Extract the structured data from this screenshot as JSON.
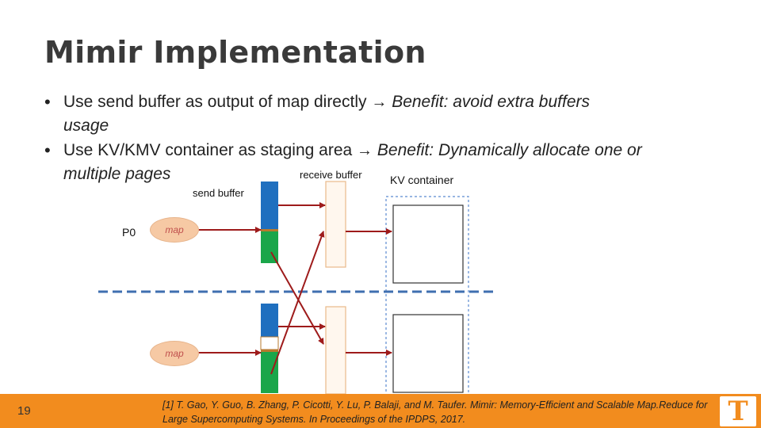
{
  "slide": {
    "title": "Mimir Implementation",
    "page_number": "19"
  },
  "bullets": [
    {
      "text": "Use send buffer as output of map directly",
      "arrow": "→",
      "benefit": "Benefit: avoid extra buffers",
      "continuation": "usage"
    },
    {
      "text": "Use KV/KMV container as staging area",
      "arrow": "→",
      "benefit": "Benefit: Dynamically allocate one or",
      "continuation": "multiple pages"
    }
  ],
  "diagram": {
    "send_buffer_label": "send buffer",
    "receive_buffer_label": "receive buffer",
    "kv_container_label": "KV container",
    "process_label": "P0",
    "map_label_top": "map",
    "map_label_bottom": "map",
    "colors": {
      "blue": "#1f6fbf",
      "green": "#1aa64a",
      "brown": "#b77a2e",
      "arrow": "#9e1b1b",
      "receive": "#fff7ee",
      "receive_border": "#e8b98a",
      "divider": "#3f6fb0",
      "kv_border": "#5b8ad0"
    }
  },
  "footer": {
    "citation": "[1] T. Gao, Y. Guo, B. Zhang, P. Cicotti, Y. Lu, P. Balaji, and M. Taufer. Mimir: Memory-Efficient and Scalable Map.Reduce for Large Supercomputing Systems. In Proceedings of the IPDPS, 2017.",
    "logo_letter": "T",
    "accent_color": "#f28c1e"
  }
}
